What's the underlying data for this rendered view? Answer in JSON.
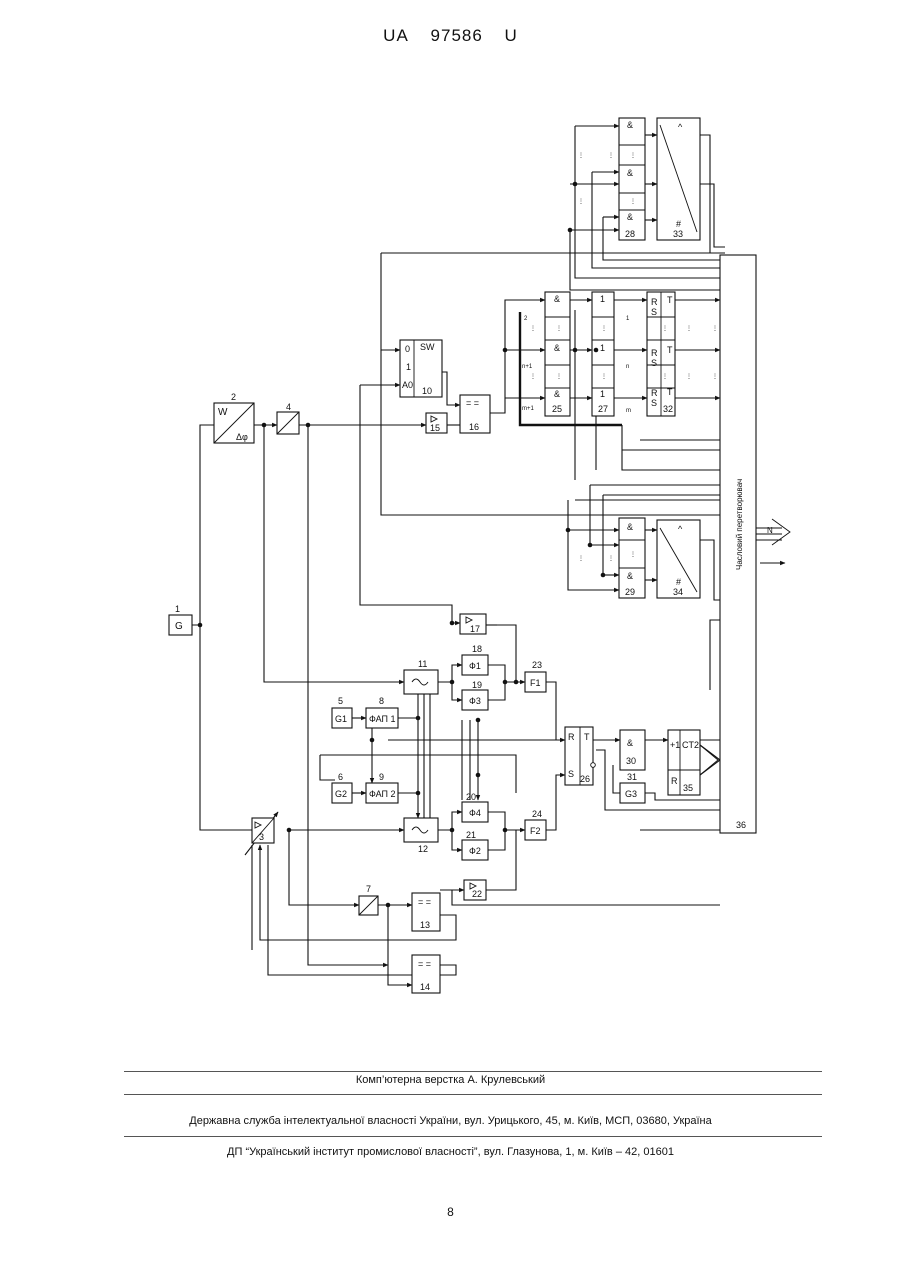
{
  "header": {
    "office": "UA",
    "number": "97586",
    "kind": "U"
  },
  "blocks": {
    "b1": {
      "num": "1",
      "label": "G"
    },
    "b2": {
      "num": "2",
      "top": "W",
      "bottom": "Δφ"
    },
    "b3": {
      "num": "3"
    },
    "b4": {
      "num": "4"
    },
    "b5": {
      "num": "5",
      "label": "G1"
    },
    "b6": {
      "num": "6",
      "label": "G2"
    },
    "b7": {
      "num": "7"
    },
    "b8": {
      "num": "8",
      "label": "ФАП 1"
    },
    "b9": {
      "num": "9",
      "label": "ФАП 2"
    },
    "b10": {
      "num": "10",
      "label": "SW",
      "in0": "0",
      "in1": "1",
      "in2": "A0"
    },
    "b11": {
      "num": "11"
    },
    "b12": {
      "num": "12"
    },
    "b13": {
      "num": "13",
      "label": "= ="
    },
    "b14": {
      "num": "14",
      "label": "= ="
    },
    "b15": {
      "num": "15"
    },
    "b16": {
      "num": "16",
      "label": "= ="
    },
    "b17": {
      "num": "17"
    },
    "b18": {
      "num": "18",
      "label": "Ф1"
    },
    "b19": {
      "num": "19",
      "label": "Ф3"
    },
    "b20": {
      "num": "20",
      "label": "Ф4"
    },
    "b21": {
      "num": "21",
      "label": "Ф2"
    },
    "b22": {
      "num": "22"
    },
    "b23": {
      "num": "23",
      "label": "F1"
    },
    "b24": {
      "num": "24",
      "label": "F2"
    },
    "b25": {
      "num": "25",
      "label": "&"
    },
    "b26": {
      "num": "26",
      "r": "R",
      "s": "S",
      "t": "T"
    },
    "b27": {
      "num": "27",
      "label": "1"
    },
    "b28": {
      "num": "28",
      "label": "&"
    },
    "b29": {
      "num": "29",
      "label": "&"
    },
    "b30": {
      "num": "30",
      "label": "&"
    },
    "b31": {
      "num": "31",
      "label": "G3"
    },
    "b32": {
      "num": "32",
      "r": "R",
      "s": "S",
      "t": "T"
    },
    "b33": {
      "num": "33",
      "top": "^",
      "bottom": "#"
    },
    "b34": {
      "num": "34",
      "top": "^",
      "bottom": "#"
    },
    "b35": {
      "num": "35",
      "top": "+1",
      "label": "CT2",
      "r": "R"
    },
    "b36": {
      "num": "36",
      "label": "Часловий перетворювач"
    }
  },
  "bus_labels": {
    "l2": "2",
    "ln1": "n+1",
    "lm1": "m+1",
    "ln": "n",
    "lm": "m",
    "l1": "1",
    "out": "N",
    "dots": "⋮"
  },
  "footer": {
    "typesetting": "Комп’ютерна верстка А. Крулевський",
    "agency": "Державна служба інтелектуальної власності України, вул. Урицького, 45, м. Київ, МСП, 03680, Україна",
    "institute": "ДП “Український інститут промислової власності”, вул. Глазунова, 1, м. Київ – 42, 01601",
    "page": "8"
  }
}
